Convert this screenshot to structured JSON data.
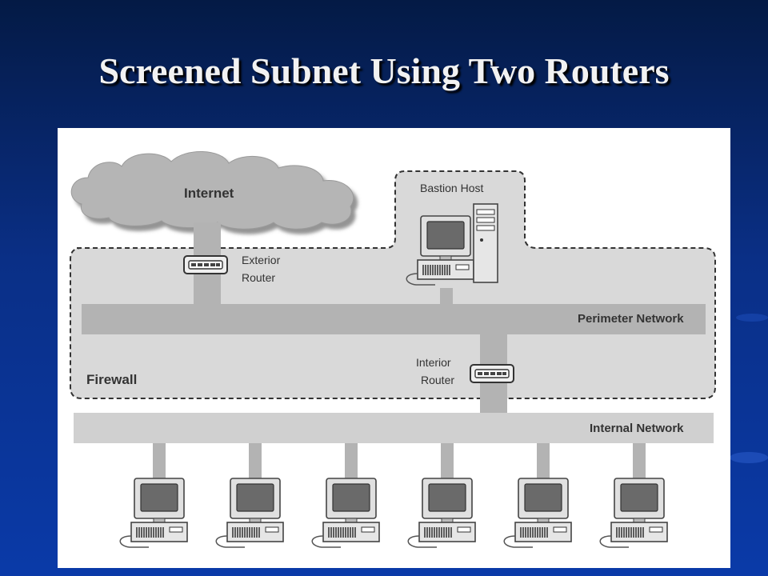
{
  "slide": {
    "title": "Screened Subnet Using Two Routers"
  },
  "diagram": {
    "internet_label": "Internet",
    "exterior_router_label": [
      "Exterior",
      "Router"
    ],
    "bastion_host_label": "Bastion Host",
    "perimeter_network_label": "Perimeter Network",
    "interior_router_label": [
      "Interior",
      "Router"
    ],
    "firewall_label": "Firewall",
    "internal_network_label": "Internal Network",
    "internal_host_count": 6,
    "colors": {
      "background_top": "#041a45",
      "background_bottom": "#0a3aa8",
      "network_bar": "#b3b3b3",
      "firewall_zone": "#d9d9d9",
      "cloud": "#b5b5b5"
    }
  }
}
